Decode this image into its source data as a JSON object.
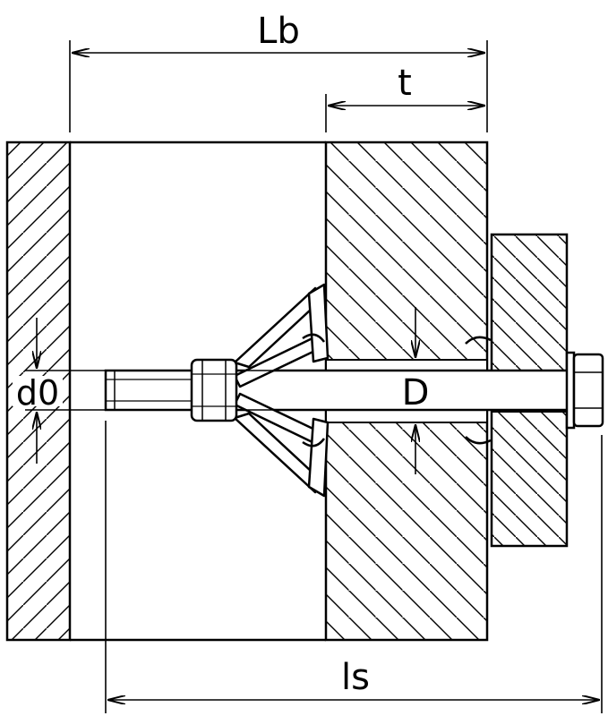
{
  "dimensions": {
    "lb": "Lb",
    "t": "t",
    "d0": "d0",
    "d": "D",
    "ls": "ls"
  },
  "colors": {
    "background": "#ffffff",
    "line": "#000000",
    "hatch": "#000000"
  }
}
